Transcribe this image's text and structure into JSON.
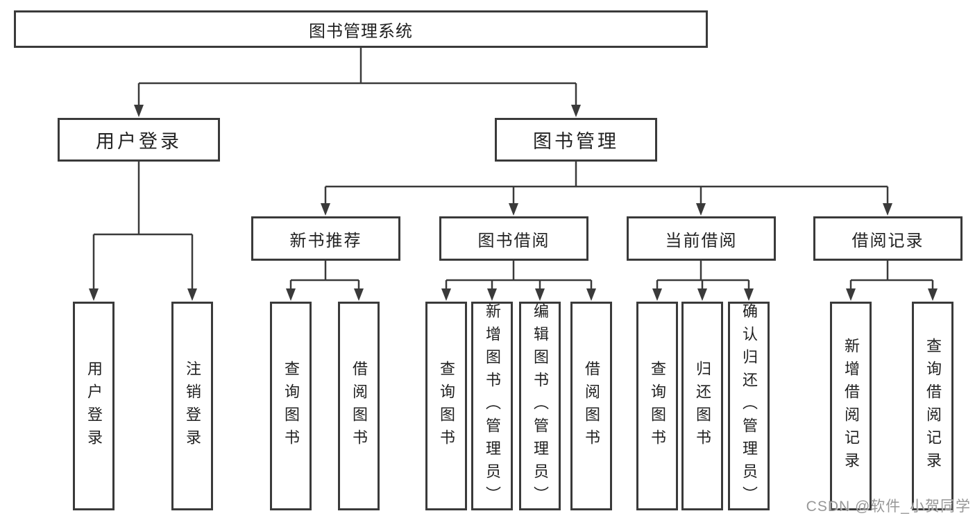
{
  "diagram": {
    "type": "hierarchy-tree",
    "title": "图书管理系统",
    "colors": {
      "line": "#3a3a3a",
      "box_border": "#3a3a3a",
      "box_background": "#ffffff",
      "text": "#212121",
      "background": "#ffffff",
      "watermark": "#8e8e8e"
    }
  },
  "tree": {
    "root": {
      "label": "图书管理系统"
    },
    "level2": [
      {
        "label": "用户登录",
        "children": [
          {
            "label": "用户登录"
          },
          {
            "label": "注销登录"
          }
        ]
      },
      {
        "label": "图书管理",
        "children": [
          {
            "label": "新书推荐",
            "children": [
              {
                "label": "查询图书"
              },
              {
                "label": "借阅图书"
              }
            ]
          },
          {
            "label": "图书借阅",
            "children": [
              {
                "label": "查询图书"
              },
              {
                "label": "新增图书（管理员）"
              },
              {
                "label": "编辑图书（管理员）"
              },
              {
                "label": "借阅图书"
              }
            ]
          },
          {
            "label": "当前借阅",
            "children": [
              {
                "label": "查询图书"
              },
              {
                "label": "归还图书"
              },
              {
                "label": "确认归还（管理员）"
              }
            ]
          },
          {
            "label": "借阅记录",
            "children": [
              {
                "label": "新增借阅记录"
              },
              {
                "label": "查询借阅记录"
              }
            ]
          }
        ]
      }
    ]
  },
  "watermark": {
    "text": "CSDN @软件_小贺同学"
  }
}
